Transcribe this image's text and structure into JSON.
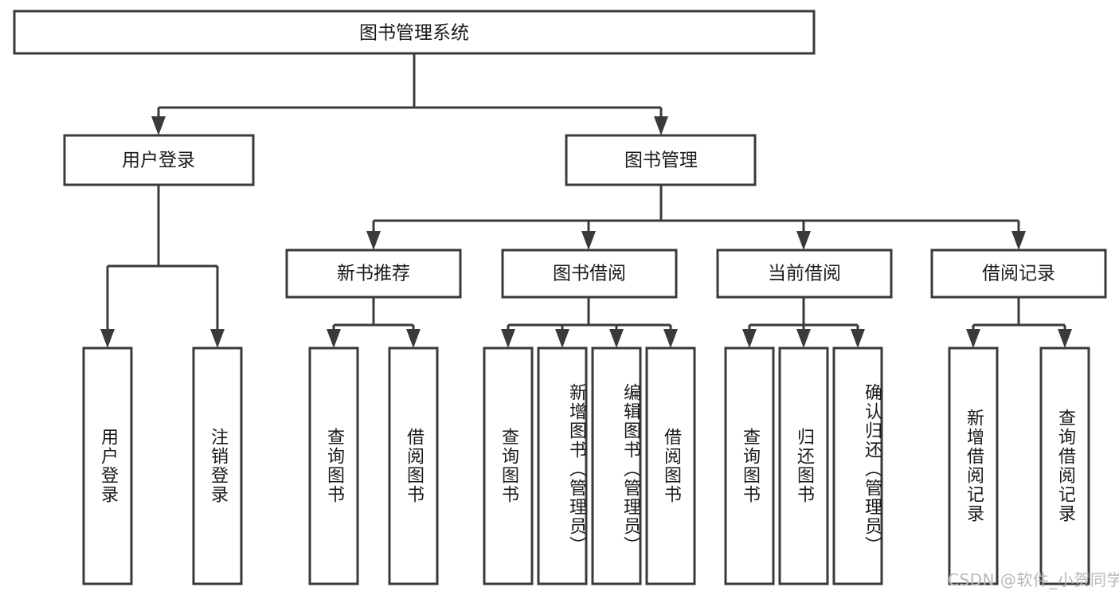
{
  "diagram": {
    "title": "图书管理系统",
    "type": "tree-functional-structure",
    "watermark": "CSDN @软件_小贺同学",
    "colors": {
      "stroke": "#3a3a3a",
      "fill": "#ffffff",
      "text": "#1a1a1a",
      "watermark": "#b8b8b8",
      "background": "#ffffff"
    },
    "root": {
      "label": "图书管理系统"
    },
    "level2": [
      {
        "label": "用户登录"
      },
      {
        "label": "图书管理"
      }
    ],
    "level3": [
      {
        "label": "新书推荐"
      },
      {
        "label": "图书借阅"
      },
      {
        "label": "当前借阅"
      },
      {
        "label": "借阅记录"
      }
    ],
    "leaves": {
      "user_login": [
        {
          "label": "用户登录"
        },
        {
          "label": "注销登录"
        }
      ],
      "new_book_recommend": [
        {
          "label": "查询图书"
        },
        {
          "label": "借阅图书"
        }
      ],
      "book_borrow": [
        {
          "label": "查询图书"
        },
        {
          "label": "新增图书（管理员）"
        },
        {
          "label": "编辑图书（管理员）"
        },
        {
          "label": "借阅图书"
        }
      ],
      "current_borrow": [
        {
          "label": "查询图书"
        },
        {
          "label": "归还图书"
        },
        {
          "label": "确认归还（管理员）"
        }
      ],
      "borrow_record": [
        {
          "label": "新增借阅记录"
        },
        {
          "label": "查询借阅记录"
        }
      ]
    }
  }
}
